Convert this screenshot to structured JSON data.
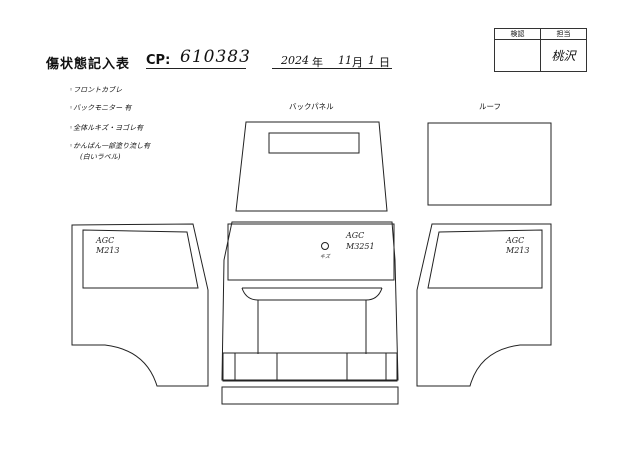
{
  "header": {
    "title": "傷状態記入表",
    "cp_label": "CP:",
    "cp_value": "610383",
    "date": {
      "year": "2024",
      "year_unit": "年",
      "month": "11",
      "month_unit": "月",
      "day": "1",
      "day_unit": "日"
    }
  },
  "stamp_box": {
    "col1_header": "検認",
    "col2_header": "担当",
    "col2_value": "桃沢"
  },
  "notes": [
    "◦フロントカブレ",
    "◦バックモニター 有",
    "◦全体ルキズ・ヨゴレ有",
    "◦かんばん一部塗り流し有",
    "(白いラベル)"
  ],
  "part_labels": {
    "back_panel": "バックパネル",
    "roof": "ルーフ"
  },
  "glass_marks": {
    "left_door": [
      "AGC",
      "M213"
    ],
    "front": [
      "AGC",
      "M3251"
    ],
    "front_mark": "キズ",
    "right_door": [
      "AGC",
      "M213"
    ]
  }
}
